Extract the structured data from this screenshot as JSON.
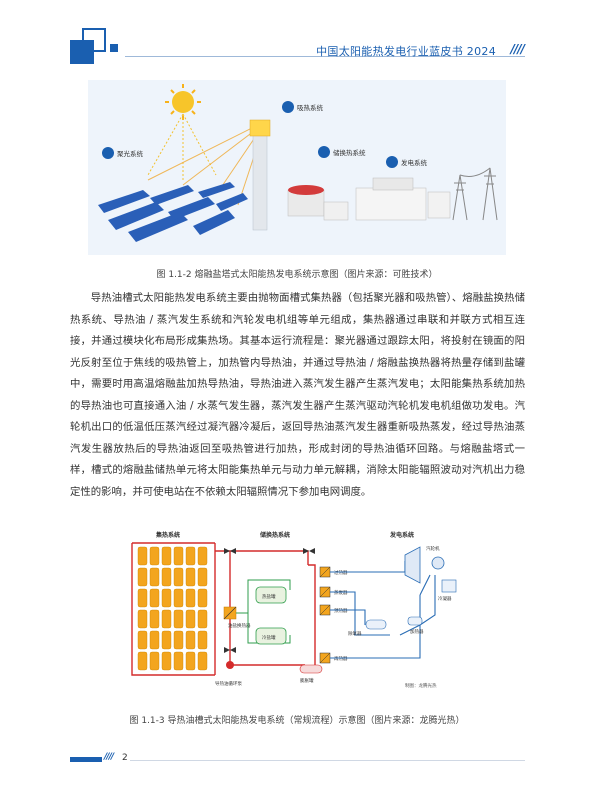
{
  "header": {
    "title": "中国太阳能热发电行业蓝皮书 2024",
    "slashes": "////"
  },
  "figure1": {
    "labels": {
      "collector": "聚光系统",
      "receiver": "吸热系统",
      "storage": "储换热系统",
      "power": "发电系统"
    },
    "caption": "图 1.1-2 熔融盐塔式太阳能热发电系统示意图（图片来源：可胜技术）"
  },
  "body": {
    "paragraph": "导热油槽式太阳能热发电系统主要由抛物面槽式集热器（包括聚光器和吸热管）、熔融盐换热储热系统、导热油 / 蒸汽发生系统和汽轮发电机组等单元组成，集热器通过串联和并联方式相互连接，并通过模块化布局形成集热场。其基本运行流程是：聚光器通过跟踪太阳，将投射在镜面的阳光反射至位于焦线的吸热管上，加热管内导热油，并通过导热油 / 熔融盐换热器将热量存储到盐罐中，需要时用高温熔融盐加热导热油，导热油进入蒸汽发生器产生蒸汽发电；太阳能集热系统加热的导热油也可直接通入油 / 水蒸气发生器，蒸汽发生器产生蒸汽驱动汽轮机发电机组做功发电。汽轮机出口的低温低压蒸汽经过凝汽器冷凝后，返回导热油蒸汽发生器重新吸热蒸发，经过导热油蒸汽发生器放热后的导热油返回至吸热管进行加热，形成封闭的导热油循环回路。与熔融盐塔式一样，槽式的熔融盐储热单元将太阳能集热单元与动力单元解耦，消除太阳能辐照波动对汽机出力稳定性的影响，并可使电站在不依赖太阳辐照情况下参加电网调度。"
  },
  "figure2": {
    "labels": {
      "collector": "集热系统",
      "storage": "储换热系统",
      "power": "发电系统",
      "hot_tank": "热盐罐",
      "cold_tank": "冷盐罐",
      "oil_salt_hx": "油盐换热器",
      "superheater": "过热器",
      "evaporator": "蒸发器",
      "preheater": "预热器",
      "reheater": "再热器",
      "expansion_tank": "膨胀罐",
      "pump": "导热油循环泵",
      "turbine": "汽轮机",
      "condenser": "冷凝器",
      "deaerator": "除氧器",
      "heater": "加热器",
      "credit": "制图：龙腾光热"
    },
    "caption": "图 1.1-3 导热油槽式太阳能热发电系统（常规流程）示意图（图片来源：龙腾光热）"
  },
  "footer": {
    "slashes": "////",
    "page_number": "2"
  },
  "colors": {
    "brand": "#1a5fb0",
    "oil_line": "#d42b2b",
    "water_line": "#2a6db5",
    "tank_green": "#2f9e4c",
    "collector_orange": "#f3a51e"
  }
}
